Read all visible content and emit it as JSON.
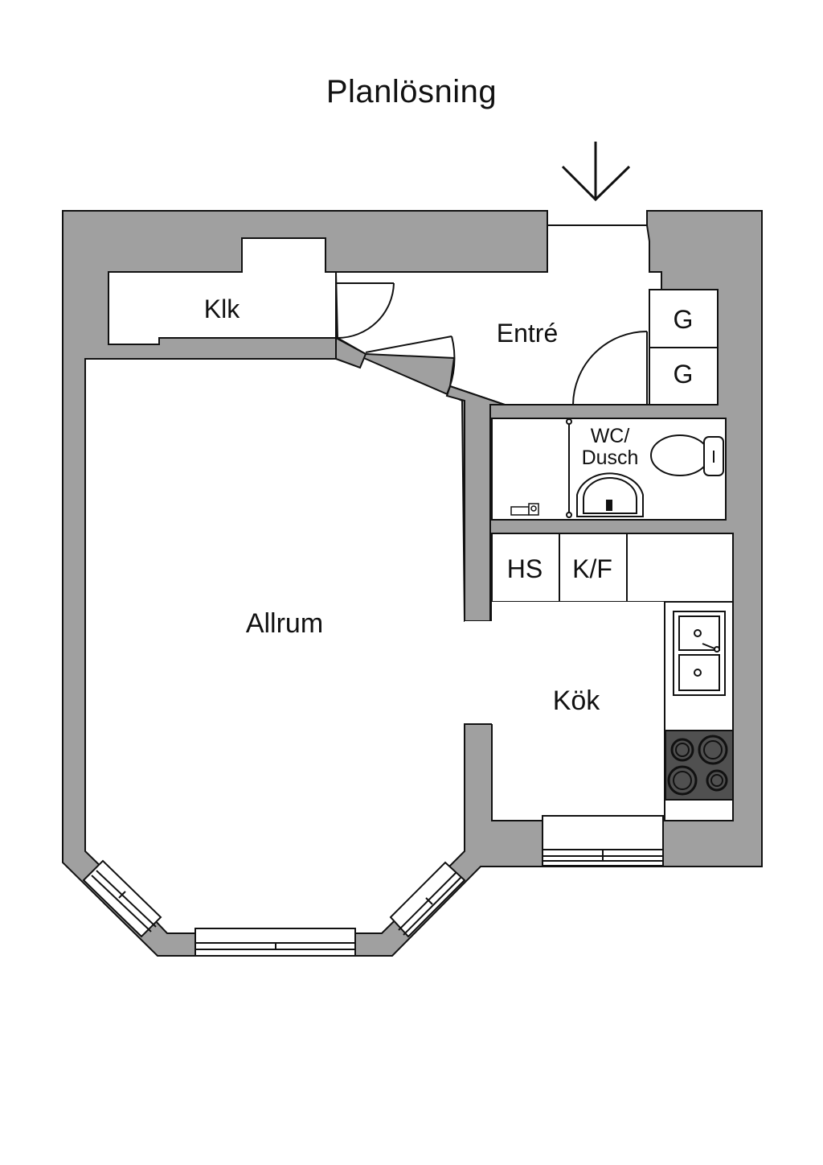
{
  "title": "Planlösning",
  "rooms": {
    "klk": "Klk",
    "entre": "Entré",
    "g1": "G",
    "g2": "G",
    "wc_line1": "WC/",
    "wc_line2": "Dusch",
    "hs": "HS",
    "kf": "K/F",
    "allrum": "Allrum",
    "kok": "Kök"
  },
  "colors": {
    "wall": "#a0a0a0",
    "line": "#111111",
    "stove": "#505050"
  }
}
